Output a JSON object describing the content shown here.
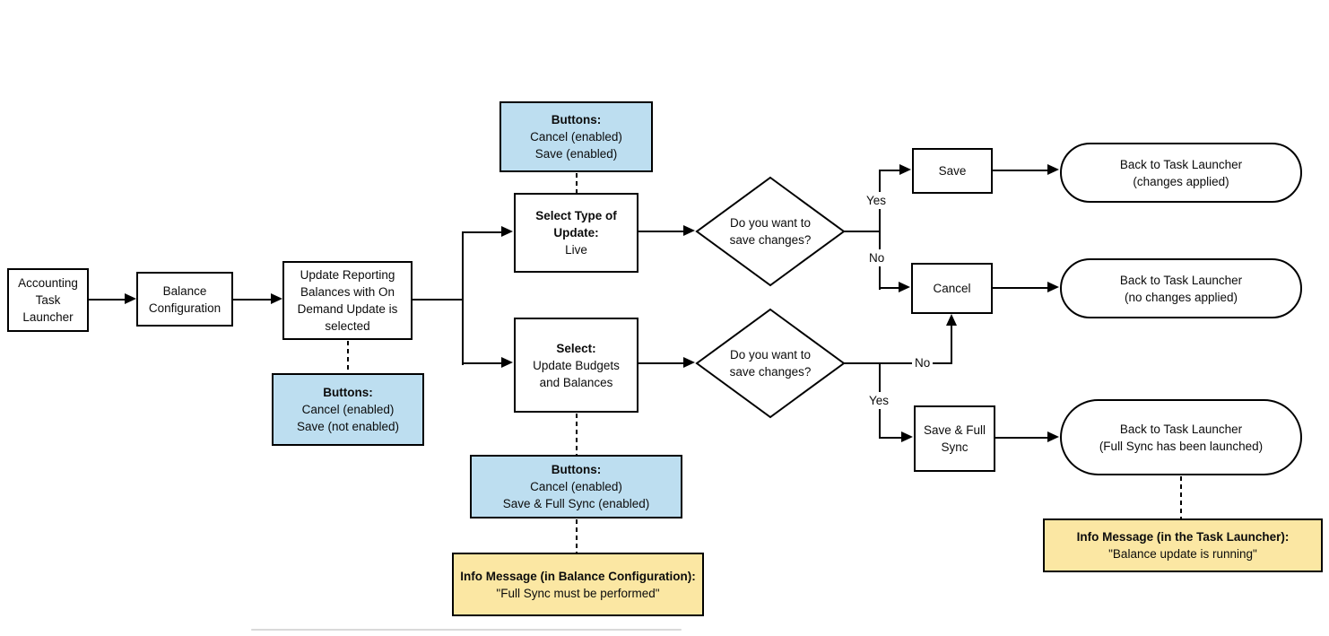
{
  "colors": {
    "blue": "#BDDEF0",
    "yellow": "#FBE7A3",
    "line": "#000000",
    "divider": "#D9D9D9"
  },
  "nodes": {
    "accounting": {
      "label": "Accounting Task Launcher"
    },
    "balance_config": {
      "label": "Balance Configuration"
    },
    "update_reporting": {
      "label": "Update Reporting Balances with On Demand Update is selected"
    },
    "buttons_top": {
      "title": "Buttons:",
      "lines": [
        "Cancel (enabled)",
        "Save (enabled)"
      ]
    },
    "buttons_left": {
      "title": "Buttons:",
      "lines": [
        "Cancel (enabled)",
        "Save (not enabled)"
      ]
    },
    "buttons_bottom": {
      "title": "Buttons:",
      "lines": [
        "Cancel (enabled)",
        "Save & Full Sync (enabled)"
      ]
    },
    "select_live": {
      "title": "Select Type of Update:",
      "value": "Live"
    },
    "select_budgets": {
      "title": "Select:",
      "line1": "Update Budgets",
      "line2": "and Balances"
    },
    "decision_top": {
      "label": "Do you want to save changes?"
    },
    "decision_bottom": {
      "label": "Do you want to save changes?"
    },
    "save": {
      "label": "Save"
    },
    "cancel": {
      "label": "Cancel"
    },
    "save_full_sync": {
      "label": "Save & Full Sync"
    },
    "back_changes": {
      "line1": "Back to Task Launcher",
      "line2": "(changes applied)"
    },
    "back_no_changes": {
      "line1": "Back to Task Launcher",
      "line2": "(no changes applied)"
    },
    "back_full_sync": {
      "line1": "Back to Task Launcher",
      "line2": "(Full Sync has been launched)"
    },
    "info_balance": {
      "title": "Info Message (in Balance Configuration):",
      "message": "\"Full Sync must be performed\""
    },
    "info_task": {
      "title": "Info Message (in the Task Launcher):",
      "message": "\"Balance update is running\""
    }
  },
  "edge_labels": {
    "yes_top": "Yes",
    "no_top": "No",
    "no_bottom": "No",
    "yes_bottom": "Yes"
  }
}
